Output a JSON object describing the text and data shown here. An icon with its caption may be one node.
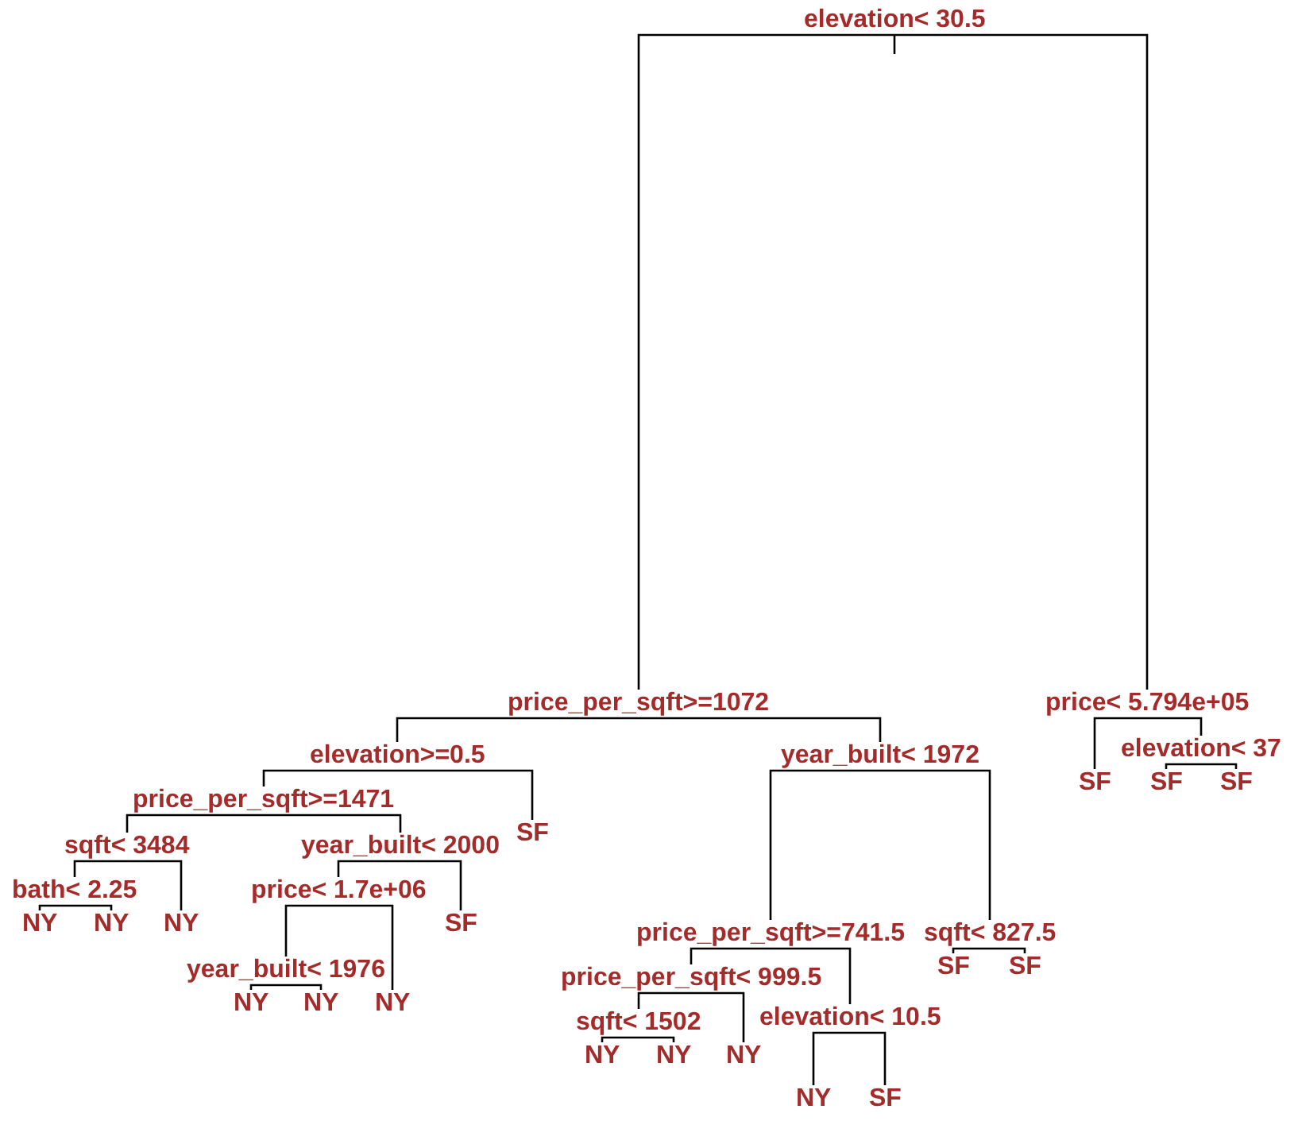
{
  "diagram": {
    "nodes": [
      {
        "text": [
          "elevation< 30.5"
        ]
      },
      {
        "text": [
          "price_per_sqft>=1072"
        ]
      },
      {
        "text": [
          "elevation>=0.5"
        ]
      },
      {
        "text": [
          "price_per_sqft>=1471"
        ]
      },
      {
        "text": [
          "sqft< 3484"
        ]
      },
      {
        "text": [
          "bath< 2.25"
        ]
      },
      {
        "text": [
          "NY"
        ]
      },
      {
        "text": [
          "NY"
        ]
      },
      {
        "text": [
          "NY"
        ]
      },
      {
        "text": [
          "year_built< 2000"
        ]
      },
      {
        "text": [
          "price< 1.7e+06"
        ]
      },
      {
        "text": [
          "year_built< 1976"
        ]
      },
      {
        "text": [
          "NY"
        ]
      },
      {
        "text": [
          "NY"
        ]
      },
      {
        "text": [
          "NY"
        ]
      },
      {
        "text": [
          "SF"
        ]
      },
      {
        "text": [
          "SF"
        ]
      },
      {
        "text": [
          "year_built< 1972"
        ]
      },
      {
        "text": [
          "price_per_sqft>=741.5"
        ]
      },
      {
        "text": [
          "price_per_sqft< 999.5"
        ]
      },
      {
        "text": [
          "sqft< 1502"
        ]
      },
      {
        "text": [
          "NY"
        ]
      },
      {
        "text": [
          "NY"
        ]
      },
      {
        "text": [
          "NY"
        ]
      },
      {
        "text": [
          "elevation< 10.5"
        ]
      },
      {
        "text": [
          "NY"
        ]
      },
      {
        "text": [
          "SF"
        ]
      },
      {
        "text": [
          "sqft< 827.5"
        ]
      },
      {
        "text": [
          "SF"
        ]
      },
      {
        "text": [
          "SF"
        ]
      },
      {
        "text": [
          "price< 5.794e+05"
        ]
      },
      {
        "text": [
          "SF"
        ]
      },
      {
        "text": [
          "elevation< 37"
        ]
      },
      {
        "text": [
          "SF"
        ]
      },
      {
        "text": [
          "SF"
        ]
      }
    ],
    "edges": [
      {
        "from": 0,
        "to": 1,
        "arrow": "none"
      },
      {
        "from": 0,
        "to": 30,
        "arrow": "none"
      },
      {
        "from": 1,
        "to": 2,
        "arrow": "none"
      },
      {
        "from": 1,
        "to": 17,
        "arrow": "none"
      },
      {
        "from": 2,
        "to": 3,
        "arrow": "none"
      },
      {
        "from": 2,
        "to": 16,
        "arrow": "none"
      },
      {
        "from": 3,
        "to": 4,
        "arrow": "none"
      },
      {
        "from": 3,
        "to": 9,
        "arrow": "none"
      },
      {
        "from": 4,
        "to": 5,
        "arrow": "none"
      },
      {
        "from": 4,
        "to": 8,
        "arrow": "none"
      },
      {
        "from": 5,
        "to": 6,
        "arrow": "none"
      },
      {
        "from": 5,
        "to": 7,
        "arrow": "none"
      },
      {
        "from": 9,
        "to": 10,
        "arrow": "none"
      },
      {
        "from": 9,
        "to": 15,
        "arrow": "none"
      },
      {
        "from": 10,
        "to": 11,
        "arrow": "none"
      },
      {
        "from": 10,
        "to": 14,
        "arrow": "none"
      },
      {
        "from": 11,
        "to": 12,
        "arrow": "none"
      },
      {
        "from": 11,
        "to": 13,
        "arrow": "none"
      },
      {
        "from": 17,
        "to": 18,
        "arrow": "none"
      },
      {
        "from": 17,
        "to": 27,
        "arrow": "none"
      },
      {
        "from": 18,
        "to": 19,
        "arrow": "none"
      },
      {
        "from": 18,
        "to": 24,
        "arrow": "none"
      },
      {
        "from": 19,
        "to": 20,
        "arrow": "none"
      },
      {
        "from": 19,
        "to": 23,
        "arrow": "none"
      },
      {
        "from": 20,
        "to": 21,
        "arrow": "none"
      },
      {
        "from": 20,
        "to": 22,
        "arrow": "none"
      },
      {
        "from": 24,
        "to": 25,
        "arrow": "none"
      },
      {
        "from": 24,
        "to": 26,
        "arrow": "none"
      },
      {
        "from": 27,
        "to": 28,
        "arrow": "none"
      },
      {
        "from": 27,
        "to": 29,
        "arrow": "none"
      },
      {
        "from": 30,
        "to": 31,
        "arrow": "none"
      },
      {
        "from": 30,
        "to": 32,
        "arrow": "none"
      },
      {
        "from": 32,
        "to": 33,
        "arrow": "none"
      },
      {
        "from": 32,
        "to": 34,
        "arrow": "none"
      }
    ]
  }
}
